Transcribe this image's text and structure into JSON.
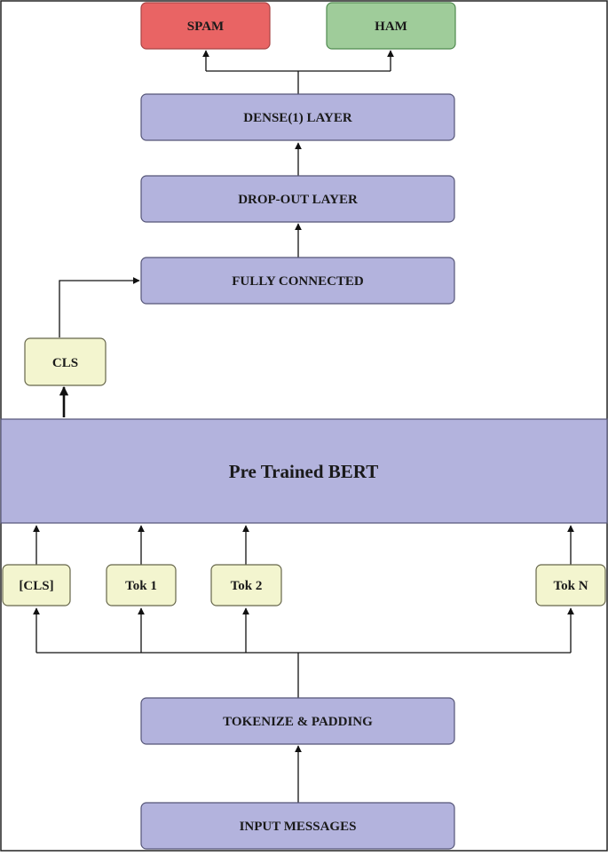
{
  "diagram": {
    "outputs": {
      "spam": "SPAM",
      "ham": "HAM"
    },
    "layers": {
      "dense": "DENSE(1) LAYER",
      "dropout": "DROP-OUT LAYER",
      "fully_connected": "FULLY CONNECTED"
    },
    "cls_output": "CLS",
    "bert": "Pre Trained BERT",
    "tokens": [
      "[CLS]",
      "Tok 1",
      "Tok 2",
      "Tok N"
    ],
    "tokenize": "TOKENIZE & PADDING",
    "input": "INPUT MESSAGES",
    "colors": {
      "layer_fill": "#b3b3dd",
      "token_fill": "#f3f5cf",
      "spam_fill": "#e96464",
      "ham_fill": "#9fcc9a"
    }
  }
}
